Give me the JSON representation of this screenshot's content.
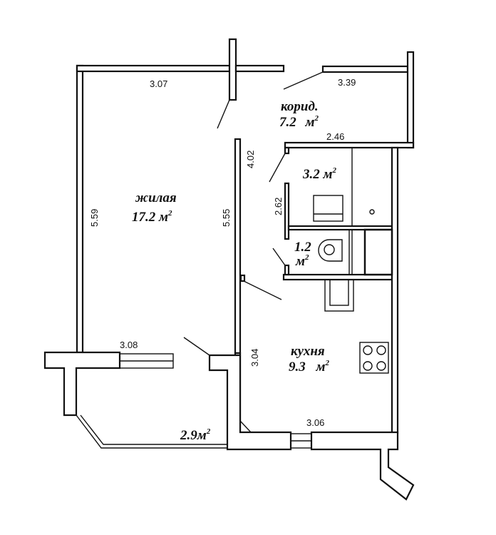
{
  "rooms": {
    "living": {
      "name": "жилая",
      "area": "17.2",
      "unit": "м",
      "sup": "2"
    },
    "corridor": {
      "name": "корид.",
      "area": "7.2",
      "unit": "м",
      "sup": "2"
    },
    "bath": {
      "area": "3.2",
      "unit": "м",
      "sup": "2"
    },
    "wc": {
      "area": "1.2",
      "unit": "м",
      "sup": "2"
    },
    "kitchen": {
      "name": "кухня",
      "area": "9.3",
      "unit": "м",
      "sup": "2"
    },
    "balcony": {
      "area": "2.9",
      "unit": "м",
      "sup": "2"
    }
  },
  "dimensions": {
    "living_top": "3.07",
    "living_left": "5.59",
    "living_right": "5.55",
    "living_bottom": "3.08",
    "corridor_top": "3.39",
    "corridor_bottom": "2.46",
    "corridor_side": "4.02",
    "bath_side": "2.62",
    "kitchen_side": "3.04",
    "kitchen_bottom": "3.06"
  }
}
